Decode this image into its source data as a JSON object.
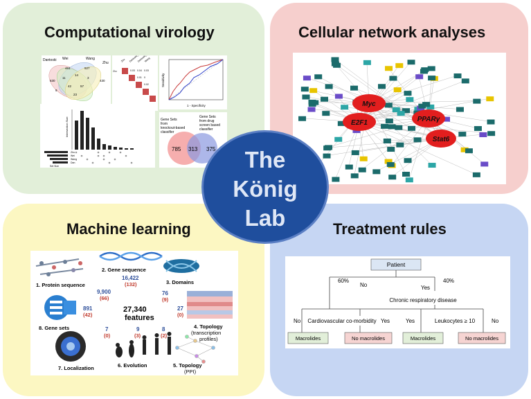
{
  "quadrants": {
    "top_left": {
      "title": "Computational virology",
      "color": "#e2efd9"
    },
    "top_right": {
      "title": "Cellular network analyses",
      "color": "#f6cfcd"
    },
    "bottom_left": {
      "title": "Machine learning",
      "color": "#fcf7c2"
    },
    "bottom_right": {
      "title": "Treatment rules",
      "color": "#c6d6f3"
    }
  },
  "center": {
    "line1": "The",
    "line2": "König",
    "line3": "Lab",
    "color": "#1f4e9d"
  },
  "virology": {
    "venn4_sets": [
      "Dantoski",
      "Wei",
      "Wang",
      "Zhu"
    ],
    "venn4_numbers": [
      "630",
      "461",
      "527",
      "430",
      "11",
      "14",
      "3",
      "42",
      "57",
      "23",
      "9"
    ],
    "heatmap_labels": [
      "Zhu",
      "Dantoski_MO1",
      "Dantoski_MO2",
      "Wang",
      "Zhu"
    ],
    "heatmap_values": [
      "0.03",
      "0.04",
      "0.03",
      "0.01",
      "0",
      "0.02",
      "0.03",
      "0.04",
      "0.03"
    ],
    "roc": {
      "xlabel": "1 - Specificity",
      "ylabel": "Sensitivity"
    },
    "upset": {
      "ylabel": "Intersection Size",
      "xlabel": "Set Size",
      "set_rows": [
        "Zhu",
        "Wei",
        "Wang",
        "Dan"
      ]
    },
    "venn2": {
      "left_label": "Gene Sets from knockout-based classifier",
      "right_label": "Gene Sets from drug screen based classifier",
      "left_only": "785",
      "overlap": "313",
      "right_only": "375"
    }
  },
  "network": {
    "hubs": [
      "Myc",
      "E2F1",
      "PPARγ",
      "Stat6"
    ]
  },
  "ml": {
    "total_value": "27,340",
    "total_label": "features",
    "items": [
      {
        "name": "1. Protein sequence"
      },
      {
        "name": "2. Gene sequence",
        "count": "16,422",
        "sub": "(132)"
      },
      {
        "name": "3. Domains",
        "count": "76",
        "sub": "(9)"
      },
      {
        "name": "4. Topology",
        "name2": "(transcription",
        "name3": "profiles)",
        "count": "27",
        "sub": "(0)"
      },
      {
        "name": "5. Topology",
        "name2": "(PPI)",
        "count": "8",
        "sub": "(2)"
      },
      {
        "name": "6. Evolution",
        "count": "9",
        "sub": "(3)"
      },
      {
        "name": "7. Localization",
        "count": "7",
        "sub": "(0)"
      },
      {
        "name": "8. Gene sets",
        "count": "891",
        "sub": "(42)"
      },
      {
        "count": "9,900",
        "sub": "(66)"
      }
    ]
  },
  "treatment": {
    "root": "Patient",
    "left_pct": "60%",
    "right_pct": "40%",
    "no": "No",
    "yes": "Yes",
    "node_mid": "Chronic respiratory disease",
    "node_left": "Cardiovascular co-morbidity",
    "node_right": "Leukocytes ≥ 10",
    "leaves": [
      "Macrolides",
      "No macrolides",
      "Macrolides",
      "No macrolides"
    ],
    "colors": {
      "root": "#dbe6f4",
      "macrolides": "#e2efd9",
      "no_macrolides": "#f6d4d2"
    }
  }
}
